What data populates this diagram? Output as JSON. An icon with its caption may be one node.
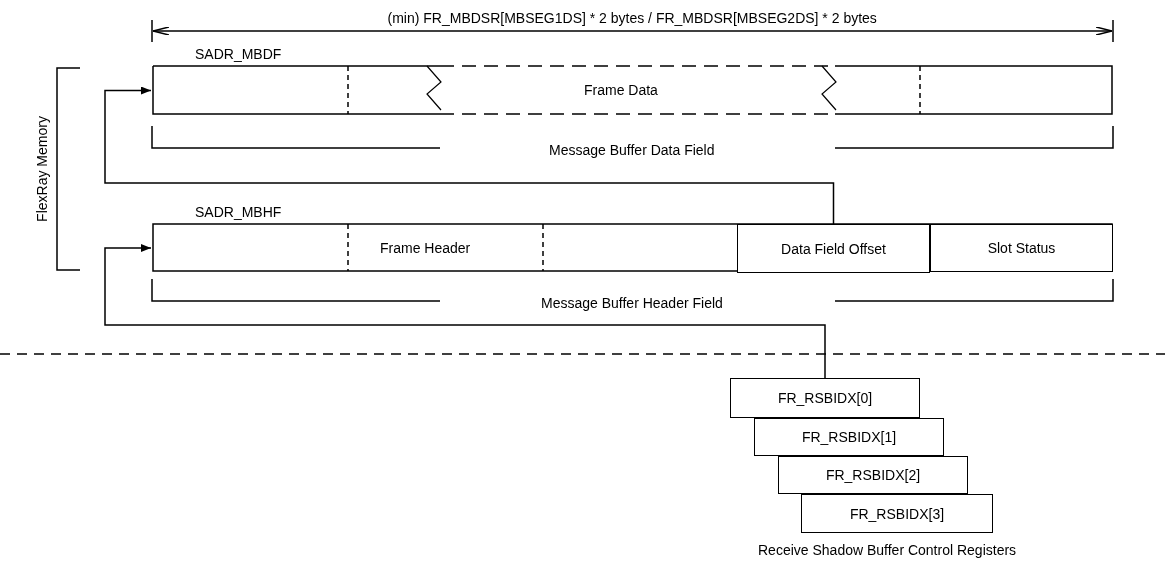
{
  "diagram": {
    "nodes": [
      {
        "text": [
          "SADR_MBDF",
          "Frame Data"
        ]
      },
      {
        "text": [
          "SADR_MBHF",
          "Frame Header"
        ]
      },
      {
        "text": [
          "Data Field Offset"
        ],
        "in": 1
      },
      {
        "text": [
          "Slot Status"
        ],
        "in": 1
      },
      {
        "text": [
          "FR_RSBIDX[0]"
        ]
      },
      {
        "text": [
          "FR_RSBIDX[1]"
        ]
      },
      {
        "text": [
          "FR_RSBIDX[2]"
        ]
      },
      {
        "text": [
          "FR_RSBIDX[3]"
        ]
      }
    ],
    "edges": [
      {
        "from": 2,
        "to": 0,
        "arrow": "to"
      },
      {
        "from": 4,
        "to": 1,
        "arrow": "to"
      }
    ],
    "labels": [
      "(min) FR_MBDSR[MBSEG1DS] * 2 bytes / FR_MBDSR[MBSEG2DS] * 2 bytes",
      "FlexRay Memory",
      "Message Buffer Data Field",
      "Message Buffer Header Field",
      "Receive Shadow Buffer Control Registers"
    ]
  }
}
